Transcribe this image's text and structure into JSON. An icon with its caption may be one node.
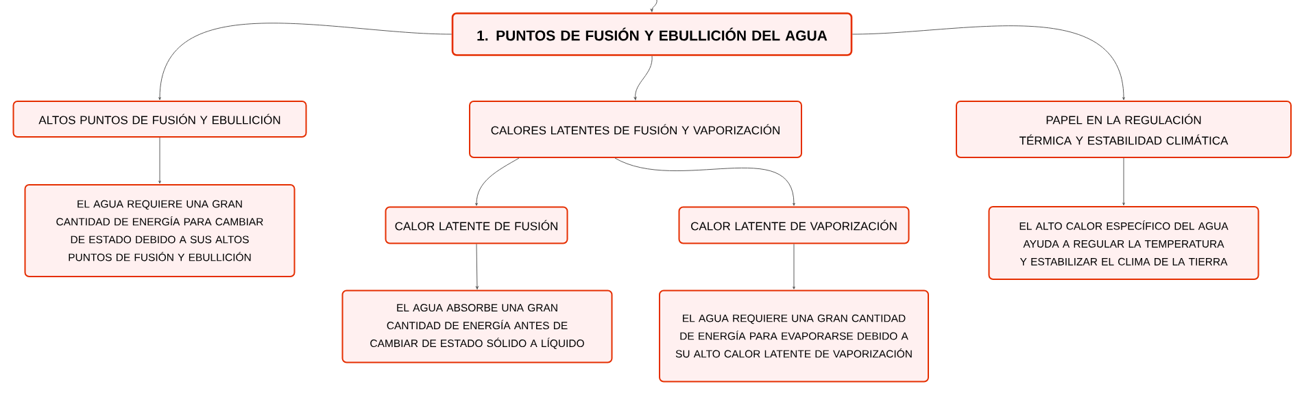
{
  "diagram": {
    "nodes": [
      {
        "text": [
          "1. PUNTOS DE FUSIÓN Y EBULLICIÓN DEL AGUA"
        ]
      },
      {
        "text": [
          "ALTOS PUNTOS DE FUSIÓN Y EBULLICIÓN"
        ]
      },
      {
        "text": [
          "EL AGUA REQUIERE UNA GRAN CANTIDAD DE ENERGÍA PARA CAMBIAR DE ESTADO DEBIDO A SUS ALTOS PUNTOS DE FUSIÓN Y EBULLICIÓN"
        ]
      },
      {
        "text": [
          "CALORES LATENTES DE FUSIÓN Y VAPORIZACIÓN"
        ]
      },
      {
        "text": [
          "CALOR LATENTE DE FUSIÓN"
        ]
      },
      {
        "text": [
          "EL AGUA ABSORBE UNA GRAN CANTIDAD DE ENERGÍA ANTES DE CAMBIAR DE ESTADO SÓLIDO A LÍQUIDO"
        ]
      },
      {
        "text": [
          "CALOR LATENTE DE VAPORIZACIÓN"
        ]
      },
      {
        "text": [
          "EL AGUA REQUIERE UNA GRAN CANTIDAD DE ENERGÍA PARA EVAPORARSE DEBIDO A SU ALTO CALOR LATENTE DE VAPORIZACIÓN"
        ]
      },
      {
        "text": [
          "PAPEL EN LA REGULACIÓN TÉRMICA Y ESTABILIDAD CLIMÁTICA"
        ]
      },
      {
        "text": [
          "EL ALTO CALOR ESPECÍFICO DEL AGUA AYUDA A REGULAR LA TEMPERATURA Y ESTABILIZAR EL CLIMA DE LA TIERRA"
        ]
      }
    ],
    "edges": [
      {
        "from": null,
        "to": 0,
        "arrow": "to"
      },
      {
        "from": 0,
        "to": 1,
        "arrow": "to"
      },
      {
        "from": 1,
        "to": 2,
        "arrow": "to"
      },
      {
        "from": 0,
        "to": 3,
        "arrow": "to"
      },
      {
        "from": 3,
        "to": 4,
        "arrow": "to"
      },
      {
        "from": 4,
        "to": 5,
        "arrow": "to"
      },
      {
        "from": 3,
        "to": 6,
        "arrow": "to"
      },
      {
        "from": 6,
        "to": 7,
        "arrow": "to"
      },
      {
        "from": 0,
        "to": 8,
        "arrow": "to"
      },
      {
        "from": 8,
        "to": 9,
        "arrow": "to"
      }
    ]
  }
}
